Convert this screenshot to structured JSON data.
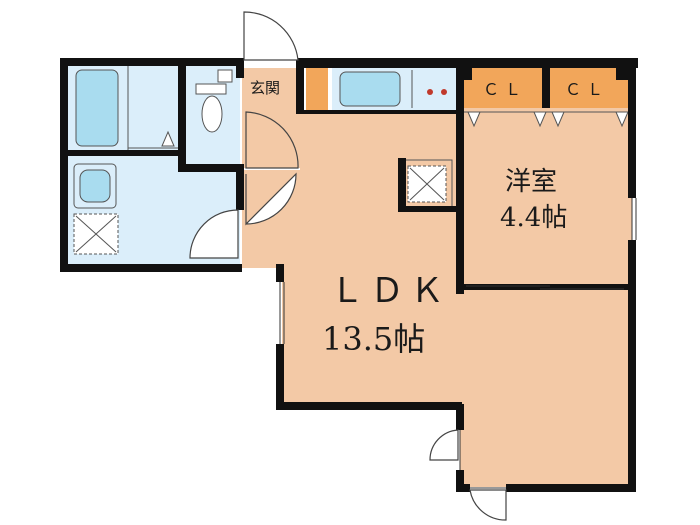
{
  "plan": {
    "rooms": {
      "ldk": {
        "name": "ＬＤＫ",
        "size": "13.5帖"
      },
      "western": {
        "name": "洋室",
        "size": "4.4帖"
      },
      "entrance": {
        "name": "玄関"
      }
    },
    "closets": [
      "ＣＬ",
      "ＣＬ"
    ]
  },
  "colors": {
    "ldk_floor": "#f3c9a6",
    "wet_area": "#dbeefa",
    "closet": "#f2a65a",
    "fixture": "#a9dcef",
    "wall": "#111111"
  }
}
